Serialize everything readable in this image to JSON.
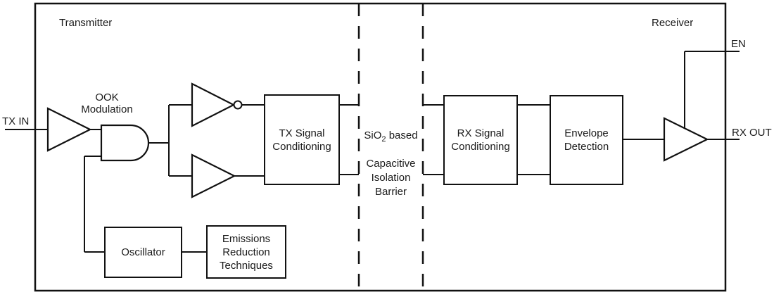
{
  "colors": {
    "line": "#111111",
    "text": "#1a1a1a",
    "background": "#ffffff"
  },
  "regions": {
    "transmitter": "Transmitter",
    "receiver": "Receiver"
  },
  "ports": {
    "tx_in": "TX IN",
    "en": "EN",
    "rx_out": "RX OUT"
  },
  "annotations": {
    "ook_modulation": "OOK\nModulation",
    "barrier_formula_pre": "SiO",
    "barrier_formula_sub": "2",
    "barrier_formula_post": " based",
    "barrier_rest": "Capacitive\nIsolation\nBarrier"
  },
  "blocks": {
    "tx_signal_conditioning": "TX Signal\nConditioning",
    "rx_signal_conditioning": "RX Signal\nConditioning",
    "envelope_detection": "Envelope\nDetection",
    "oscillator": "Oscillator",
    "emissions_reduction": "Emissions\nReduction\nTechniques"
  }
}
